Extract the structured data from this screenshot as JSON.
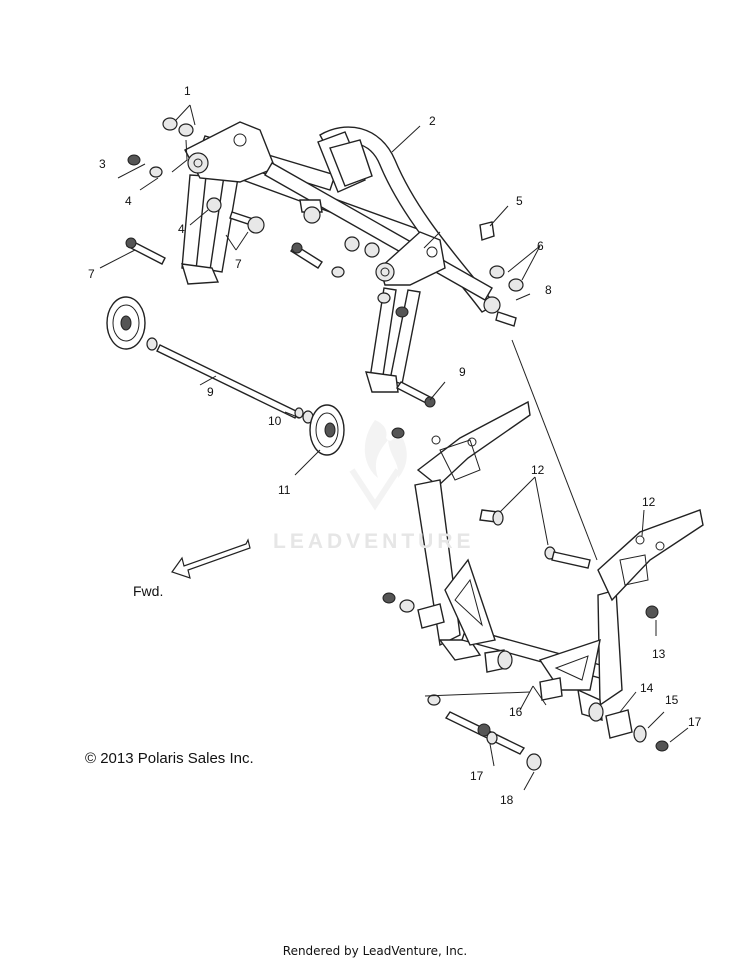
{
  "callouts": [
    "1",
    "2",
    "3",
    "4",
    "4",
    "5",
    "6",
    "7",
    "7",
    "8",
    "9",
    "9",
    "10",
    "11",
    "12",
    "12",
    "13",
    "14",
    "15",
    "16",
    "17",
    "17",
    "18"
  ],
  "direction_label": "Fwd.",
  "copyright": "© 2013 Polaris Sales Inc.",
  "watermark": "LEADVENTURE",
  "footer": "Rendered by LeadVenture, Inc."
}
